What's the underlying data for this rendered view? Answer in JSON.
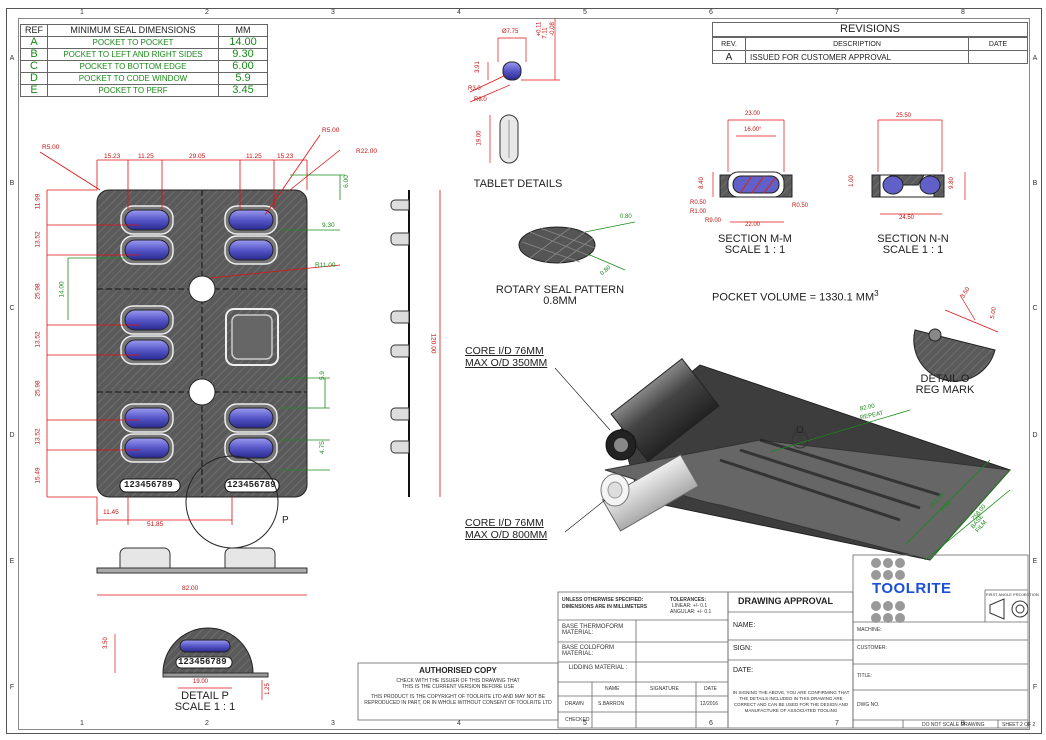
{
  "zones": {
    "cols": [
      "1",
      "2",
      "3",
      "4",
      "5",
      "6",
      "7",
      "8"
    ],
    "rows": [
      "A",
      "B",
      "C",
      "D",
      "E",
      "F"
    ]
  },
  "seal_table": {
    "header": {
      "ref": "REF",
      "name": "MINIMUM SEAL DIMENSIONS",
      "unit": "MM"
    },
    "rows": [
      {
        "ref": "A",
        "name": "POCKET TO POCKET",
        "value": "14.00"
      },
      {
        "ref": "B",
        "name": "POCKET TO LEFT AND RIGHT SIDES",
        "value": "9.30"
      },
      {
        "ref": "C",
        "name": "POCKET TO BOTTOM EDGE",
        "value": "6.00"
      },
      {
        "ref": "D",
        "name": "POCKET TO CODE WINDOW",
        "value": "5.9"
      },
      {
        "ref": "E",
        "name": "POCKET TO PERF",
        "value": "3.45"
      }
    ]
  },
  "revisions": {
    "title": "REVISIONS",
    "col_rev": "REV.",
    "col_desc": "DESCRIPTION",
    "col_date": "DATE",
    "row": {
      "rev": "A",
      "desc": "ISSUED FOR CUSTOMER APPROVAL",
      "date": ""
    }
  },
  "dims": {
    "top": [
      "15.23",
      "11.25",
      "29.05",
      "11.25",
      "15.23"
    ],
    "r5": "R5.00",
    "r5b": "R5.00",
    "r22": "R22.00",
    "r11": "R11.00",
    "d600": "6.00",
    "d930": "9.30",
    "d59": "5.9",
    "d475": "4.75",
    "left": [
      "11.99",
      "13.52",
      "25.98",
      "14.00",
      "13.52",
      "25.98",
      "13.52",
      "15.49"
    ],
    "bot_1145": "11.45",
    "bot_5185": "51.85",
    "height_120": "120.00",
    "width_82": "82.00",
    "code": "123456789",
    "p_label": "P"
  },
  "tablet": {
    "title": "TABLET DETAILS",
    "dia": "Ø7.75",
    "tol_plus": "+0.11",
    "tol_minus": "-0.08",
    "tol_val": "7.11",
    "h": "3.91",
    "r3": "R3.0",
    "r8": "R8.0",
    "len": "19.00"
  },
  "rotary": {
    "title": "ROTARY SEAL PATTERN",
    "sub": "0.8MM",
    "d1": "0.80",
    "d2": "0.80"
  },
  "section_m": {
    "title": "SECTION M-M",
    "scale": "SCALE 1 : 1",
    "w_top": "23.00",
    "w_in": "16.00°",
    "h": "8.40",
    "r050a": "R0.50",
    "r100": "R1.00",
    "r900": "R9.00",
    "w_bot": "22.00",
    "r050b": "R0.50"
  },
  "section_n": {
    "title": "SECTION N-N",
    "scale": "SCALE 1 : 1",
    "w_top": "25.50",
    "h1": "1.00",
    "h2": "9.80",
    "w_bot": "24.50"
  },
  "pocket_volume": {
    "text": "POCKET VOLUME = 1330.1 MM",
    "sup": "3"
  },
  "detail_o": {
    "title": "DETAIL O",
    "sub": "REG MARK",
    "d1": "3.50",
    "d2": "5.00"
  },
  "rolls": {
    "top1": "CORE I/D 76MM",
    "top2": "MAX O/D 350MM",
    "bot1": "CORE I/D 76MM",
    "bot2": "MAX O/D 800MM",
    "repeat": "82.00",
    "repeat_lbl": "REPEAT",
    "foil": "252.00",
    "foil_lbl": "FOIL",
    "base": "258.00",
    "base_lbl": "BASE FILM",
    "o_label": "O"
  },
  "detail_p": {
    "title": "DETAIL P",
    "scale": "SCALE 1 : 1",
    "h": "3.50",
    "w": "19.00",
    "h2": "1.25",
    "code": "123456789"
  },
  "authorised": {
    "title": "AUTHORISED COPY",
    "l1": "CHECK WITH THE ISSUER OF THIS DRAWING THAT",
    "l2": "THIS IS THE CURRENT VERSION BEFORE USE",
    "l3": "THIS PRODUCT IS THE COPYRIGHT OF TOOLRITE LTD AND MAY NOT BE",
    "l4": "REPRODUCED IN PART, OR IN WHOLE WITHOUT CONSENT OF TOOLRITE LTD"
  },
  "title_block": {
    "units1": "UNLESS OTHERWISE SPECIFIED:",
    "units2": "DIMENSIONS ARE IN MILLIMETERS",
    "tol": "TOLERANCES:",
    "tol_lin": "LINEAR: +/- 0.1",
    "tol_ang": "ANGULAR: +/- 0.1",
    "mat1": "BASE THERMOFORM MATERIAL:",
    "mat2": "BASE COLDFORM MATERIAL:",
    "mat3": "LIDDING MATERIAL :",
    "col_name": "NAME",
    "col_sig": "SIGNATURE",
    "col_date": "DATE",
    "drawn": "DRAWN",
    "drawn_name": "S.BARRON",
    "drawn_date": "12/2016",
    "checked": "CHECKED",
    "approval": "DRAWING APPROVAL",
    "name": "NAME:",
    "sign": "SIGN:",
    "date": "DATE:",
    "note": "IN SIGNING THE ABOVE, YOU ARE CONFIRMING THAT THE DETAILS INCLUDED IN THIS DRAWING ARE CORRECT AND CAN BE USED FOR THE DESIGN AND MANUFACTURE OF ASSOCIATED TOOLING",
    "logo": "TOOLRITE",
    "projection": "FIRST ANGLE PROJECTION",
    "machine": "MACHINE:",
    "customer": "CUSTOMER:",
    "title": "TITLE:",
    "dwg": "DWG NO.",
    "dns": "DO NOT SCALE DRAWING",
    "sheet": "SHEET 2 OF 2"
  },
  "colors": {
    "accent": "#1a8a1a",
    "dim_red": "#e01010",
    "logo": "#1a4fd8",
    "pocket": "#6a6ad8"
  }
}
